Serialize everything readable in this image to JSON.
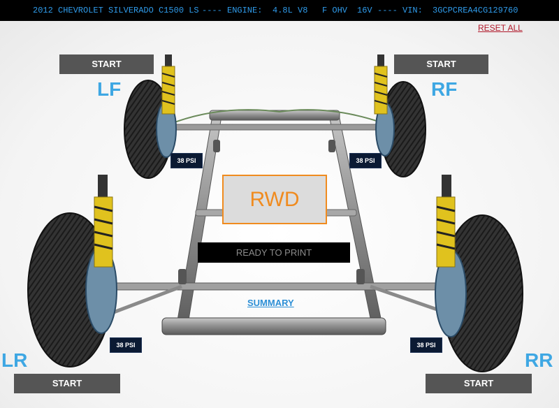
{
  "header": {
    "year": "2012",
    "vehicle": "CHEVROLET SILVERADO C1500 LS",
    "engine_label": "---- ENGINE:",
    "engine": "4.8L V8",
    "valvetrain": "F OHV",
    "valves": "16V",
    "vin_label": "---- VIN:",
    "vin": "3GCPCREA4CG129760"
  },
  "toolbar": {
    "reset_all": "RESET ALL"
  },
  "wheels": {
    "lf": {
      "label": "LF",
      "start": "START",
      "pressure": "38 PSI"
    },
    "rf": {
      "label": "RF",
      "start": "START",
      "pressure": "38 PSI"
    },
    "lr": {
      "label": "LR",
      "start": "START",
      "pressure": "38 PSI"
    },
    "rr": {
      "label": "RR",
      "start": "START",
      "pressure": "38 PSI"
    }
  },
  "drive": {
    "type": "RWD"
  },
  "status": {
    "text": "READY TO PRINT"
  },
  "links": {
    "summary": "SUMMARY"
  },
  "colors": {
    "accent_blue": "#3ea7e3",
    "drive_orange": "#f08b1f",
    "reset_red": "#b0182a",
    "button_gray": "#555555"
  }
}
